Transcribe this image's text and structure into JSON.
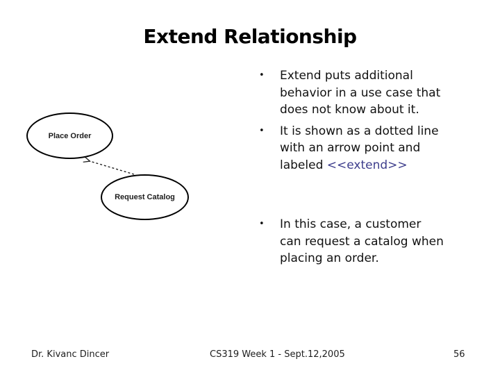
{
  "slide": {
    "title": "Extend Relationship",
    "bullet_char": "•",
    "bullets": [
      {
        "lines": [
          "Extend puts additional",
          "behavior in a use case that",
          "does not know about it."
        ]
      },
      {
        "lines": [
          "It is shown as a dotted line",
          "with an arrow point and"
        ],
        "last_line_prefix": "labeled ",
        "highlight": "<<extend>>"
      },
      {
        "lines": [
          "In this case, a customer",
          "can request a catalog when",
          "placing an order."
        ]
      }
    ],
    "diagram": {
      "use_case_1": "Place Order",
      "use_case_2": "Request Catalog",
      "connector": "dashed-arrow from Request Catalog to Place Order"
    },
    "footer": {
      "author": "Dr. Kivanc Dincer",
      "course": "CS319 Week 1 - Sept.12,2005",
      "page_number": "56"
    }
  },
  "colors": {
    "title": "#000000",
    "text": "#111111",
    "highlight": "#3d3d8c"
  }
}
